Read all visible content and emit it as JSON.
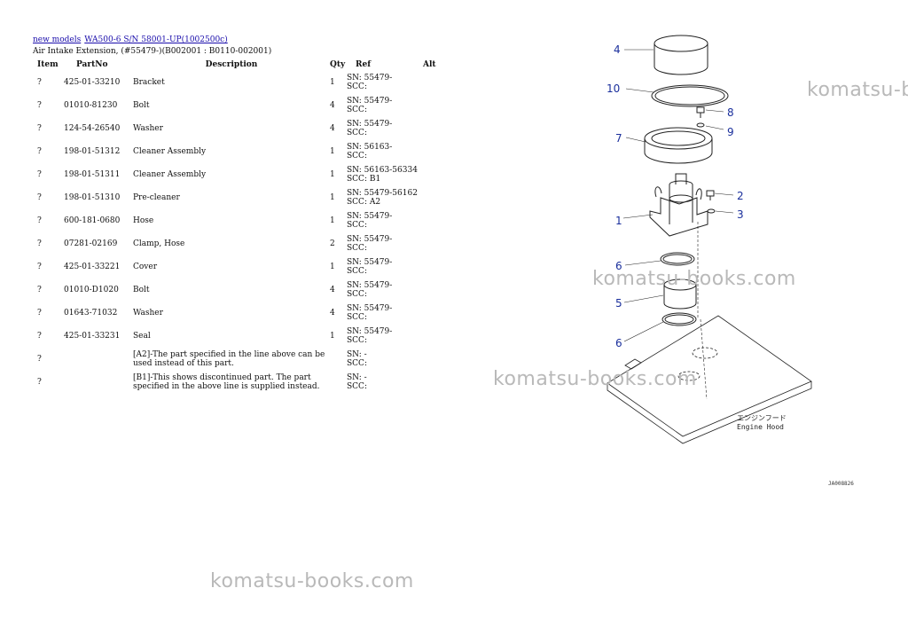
{
  "breadcrumb": {
    "link_models": "new models",
    "link_machine": "WA500-6 S/N 58001-UP(1002500c)"
  },
  "subtitle": "Air Intake Extension, (#55479-)(B002001 : B0110-002001)",
  "table": {
    "headers": {
      "item": "Item",
      "part_no": "PartNo",
      "description": "Description",
      "qty": "Qty",
      "ref": "Ref",
      "alt": "Alt"
    },
    "rows": [
      {
        "item": "?",
        "part_no": "425-01-33210",
        "description": "Bracket",
        "qty": "1",
        "ref1": "SN: 55479-",
        "ref2": "SCC:"
      },
      {
        "item": "?",
        "part_no": "01010-81230",
        "description": "Bolt",
        "qty": "4",
        "ref1": "SN: 55479-",
        "ref2": "SCC:"
      },
      {
        "item": "?",
        "part_no": "124-54-26540",
        "description": "Washer",
        "qty": "4",
        "ref1": "SN: 55479-",
        "ref2": "SCC:"
      },
      {
        "item": "?",
        "part_no": "198-01-51312",
        "description": "Cleaner Assembly",
        "qty": "1",
        "ref1": "SN: 56163-",
        "ref2": "SCC:"
      },
      {
        "item": "?",
        "part_no": "198-01-51311",
        "description": "Cleaner Assembly",
        "qty": "1",
        "ref1": "SN: 56163-56334",
        "ref2": "SCC: B1"
      },
      {
        "item": "?",
        "part_no": "198-01-51310",
        "description": "Pre-cleaner",
        "qty": "1",
        "ref1": "SN: 55479-56162",
        "ref2": "SCC: A2"
      },
      {
        "item": "?",
        "part_no": "600-181-0680",
        "description": "Hose",
        "qty": "1",
        "ref1": "SN: 55479-",
        "ref2": "SCC:"
      },
      {
        "item": "?",
        "part_no": "07281-02169",
        "description": "Clamp, Hose",
        "qty": "2",
        "ref1": "SN: 55479-",
        "ref2": "SCC:"
      },
      {
        "item": "?",
        "part_no": "425-01-33221",
        "description": "Cover",
        "qty": "1",
        "ref1": "SN: 55479-",
        "ref2": "SCC:"
      },
      {
        "item": "?",
        "part_no": "01010-D1020",
        "description": "Bolt",
        "qty": "4",
        "ref1": "SN: 55479-",
        "ref2": "SCC:"
      },
      {
        "item": "?",
        "part_no": "01643-71032",
        "description": "Washer",
        "qty": "4",
        "ref1": "SN: 55479-",
        "ref2": "SCC:"
      },
      {
        "item": "?",
        "part_no": "425-01-33231",
        "description": "Seal",
        "qty": "1",
        "ref1": "SN: 55479-",
        "ref2": "SCC:"
      },
      {
        "item": "?",
        "part_no": "",
        "description": "[A2]-The part specified in the line above can be used instead of this part.",
        "qty": "",
        "ref1": "SN: -",
        "ref2": "SCC:"
      },
      {
        "item": "?",
        "part_no": "",
        "description": "[B1]-This shows discontinued part. The part specified in the above line is supplied instead.",
        "qty": "",
        "ref1": "SN: -",
        "ref2": "SCC:"
      }
    ]
  },
  "diagram": {
    "callouts": [
      "4",
      "10",
      "8",
      "9",
      "7",
      "2",
      "3",
      "1",
      "6",
      "5",
      "6"
    ],
    "label_jp": "エンジンフード",
    "label_en": "Engine Hood",
    "figure_id": "JA008826"
  },
  "watermarks": [
    "komatsu-b",
    "komatsu-books.com",
    "komatsu-books.com",
    "komatsu-books.com"
  ],
  "colors": {
    "link": "#1a0dab",
    "callout": "#1a2f9c",
    "watermark": "#b9b9b9"
  }
}
